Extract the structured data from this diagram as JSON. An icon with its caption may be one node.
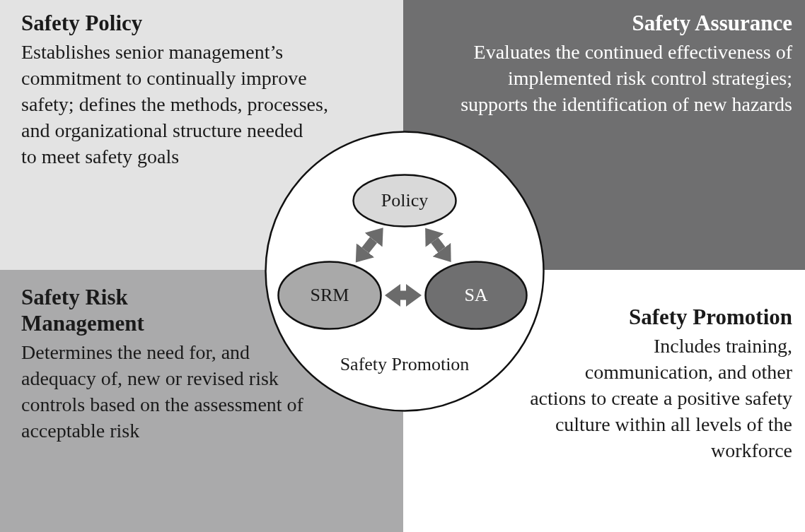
{
  "diagram": {
    "nodes": [
      {
        "text": [
          "Safety Policy",
          "Establishes senior management’s commitment to continually improve safety; defines the methods, processes, and organizational structure needed to meet safety goals"
        ]
      },
      {
        "text": [
          "Safety Assurance",
          "Evaluates the continued effectiveness of implemented risk control strategies; supports the identification of new hazards"
        ]
      },
      {
        "text": [
          "Safety Risk Management",
          "Determines the need for, and adequacy of, new or revised risk controls based on the assessment of acceptable risk"
        ]
      },
      {
        "text": [
          "Safety Promotion",
          "Includes training, communication, and other actions to create a positive safety culture within all levels of the workforce"
        ]
      },
      {
        "text": [
          "Safety Promotion"
        ]
      },
      {
        "text": [
          "Policy"
        ],
        "in": 4
      },
      {
        "text": [
          "SRM"
        ],
        "in": 4
      },
      {
        "text": [
          "SA"
        ],
        "in": 4
      }
    ],
    "edges": [
      {
        "from": 5,
        "to": 6,
        "arrow": "both"
      },
      {
        "from": 5,
        "to": 7,
        "arrow": "both"
      },
      {
        "from": 6,
        "to": 7,
        "arrow": "both"
      }
    ]
  }
}
